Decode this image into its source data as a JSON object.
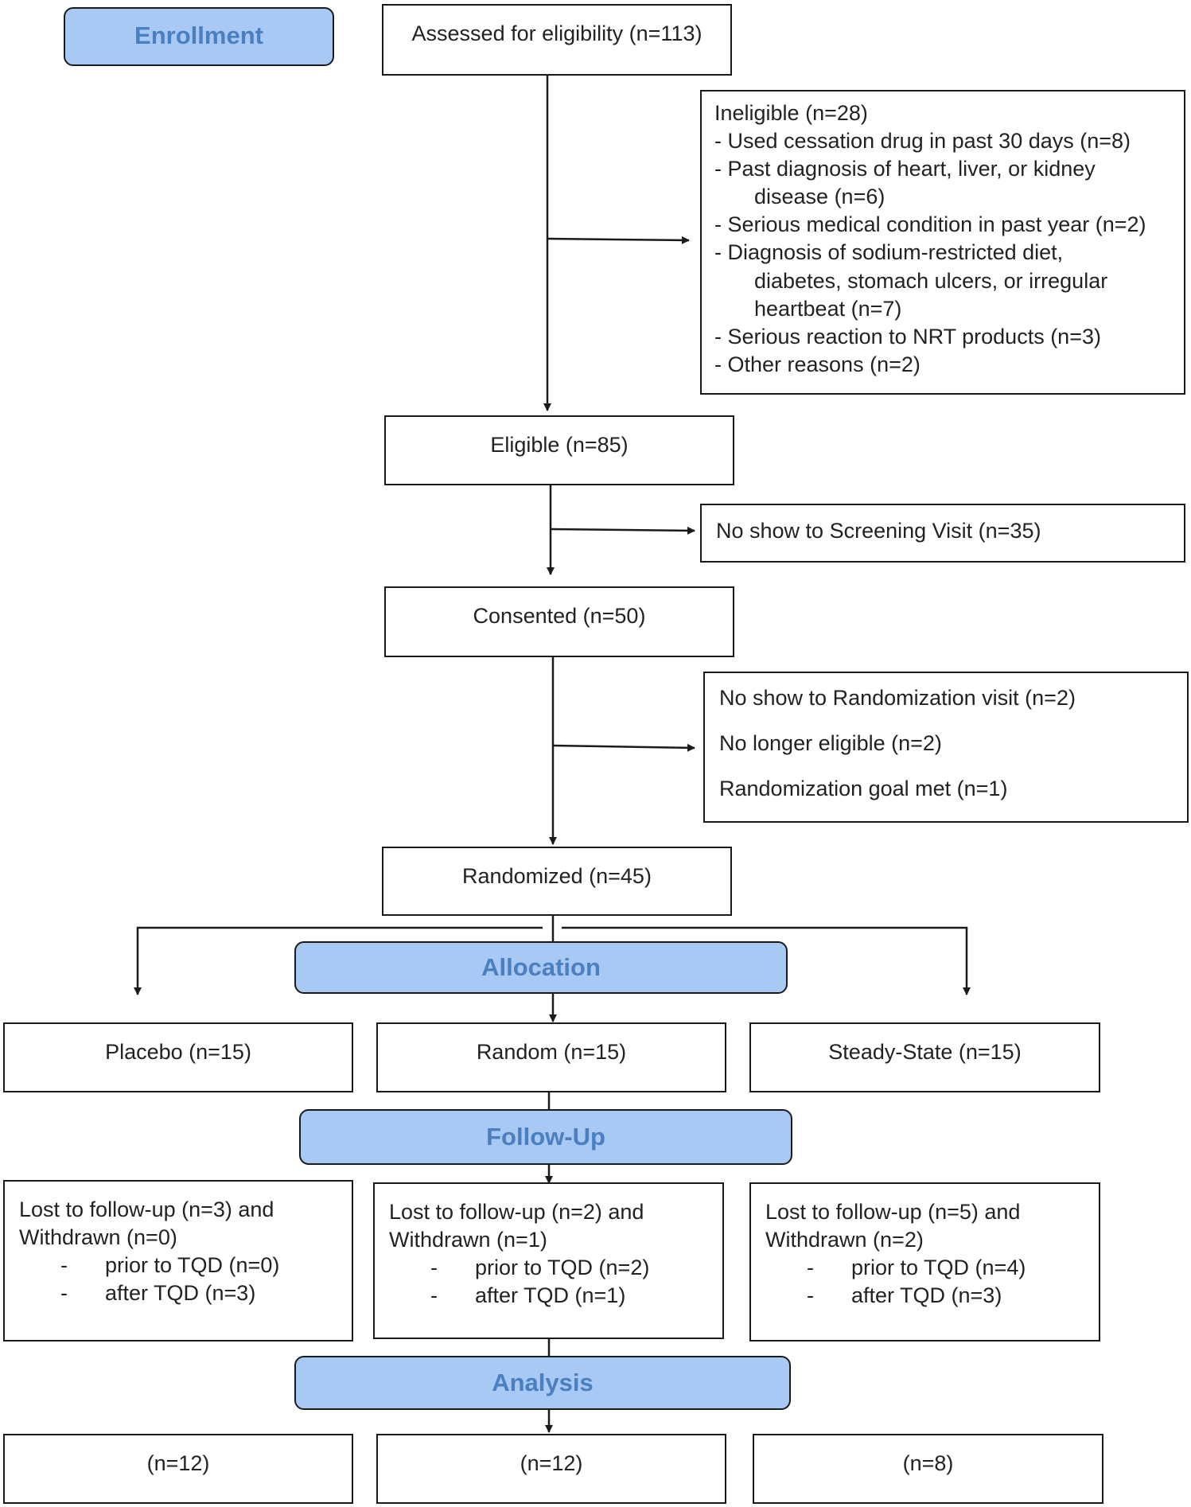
{
  "stages": {
    "enrollment": "Enrollment",
    "allocation": "Allocation",
    "follow_up": "Follow-Up",
    "analysis": "Analysis"
  },
  "enrollment": {
    "assessed": "Assessed for eligibility (n=113)",
    "ineligible": {
      "title": "Ineligible (n=28)",
      "reasons": [
        [
          "- Used cessation drug in past 30 days (n=8)"
        ],
        [
          "- Past diagnosis of heart, liver, or kidney",
          "disease (n=6)"
        ],
        [
          "- Serious medical condition in past year (n=2)"
        ],
        [
          "- Diagnosis of sodium-restricted diet,",
          "diabetes, stomach ulcers, or irregular",
          "heartbeat (n=7)"
        ],
        [
          "- Serious reaction to NRT products (n=3)"
        ],
        [
          "- Other reasons (n=2)"
        ]
      ]
    },
    "eligible": "Eligible (n=85)",
    "no_show_screening": "No show to Screening Visit (n=35)",
    "consented": "Consented (n=50)",
    "excluded_before_randomization": [
      "No show to Randomization visit (n=2)",
      "No longer eligible (n=2)",
      "Randomization goal met (n=1)"
    ],
    "randomized": "Randomized (n=45)"
  },
  "arms": [
    {
      "allocation": "Placebo (n=15)",
      "follow_up": {
        "line1": "Lost to follow-up (n=3) and",
        "line2": "Withdrawn (n=0)",
        "prior": "prior to TQD (n=0)",
        "after": "after TQD (n=3)"
      },
      "analysis": "(n=12)"
    },
    {
      "allocation": "Random (n=15)",
      "follow_up": {
        "line1": "Lost to follow-up (n=2) and",
        "line2": "Withdrawn (n=1)",
        "prior": "prior to TQD (n=2)",
        "after": "after TQD (n=1)"
      },
      "analysis": "(n=12)"
    },
    {
      "allocation": "Steady-State (n=15)",
      "follow_up": {
        "line1": "Lost to follow-up (n=5) and",
        "line2": "Withdrawn (n=2)",
        "prior": "prior to TQD (n=4)",
        "after": "after TQD (n=3)"
      },
      "analysis": "(n=8)"
    }
  ],
  "colors": {
    "stage_fill": "#a9c9f5",
    "stage_text": "#4a7fc0",
    "line": "#1a1a1a"
  }
}
